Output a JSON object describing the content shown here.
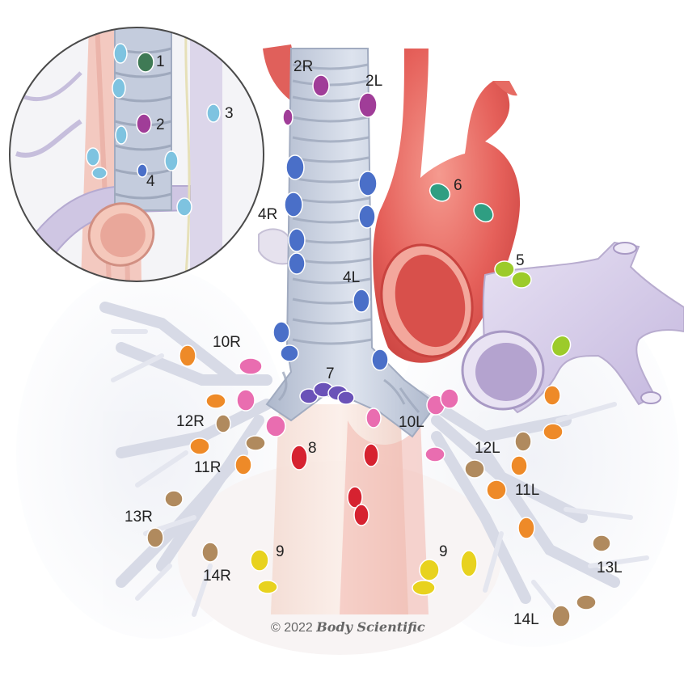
{
  "labels": {
    "inset": [
      "1",
      "2",
      "3",
      "4"
    ],
    "main": [
      "2R",
      "2L",
      "4R",
      "4L",
      "5",
      "6",
      "7",
      "8",
      "9",
      "9",
      "10R",
      "10L",
      "11R",
      "11L",
      "12R",
      "12L",
      "13R",
      "13L",
      "14R",
      "14L"
    ]
  },
  "copyright": {
    "prefix": "© 2022",
    "brand": "Body Scientific"
  },
  "colors": {
    "station_1": "#3f7a55",
    "station_2": "#a03d98",
    "station_3": "#7ec3e0",
    "station_4": "#4a6fc8",
    "station_5": "#9ccb2a",
    "station_6": "#2f9e82",
    "station_7": "#6a52b8",
    "station_8": "#d62230",
    "station_9": "#e8d21e",
    "station_10": "#e96db0",
    "station_11": "#ee8a28",
    "station_12": "#b08a5e",
    "station_13": "#b08a5e",
    "station_14": "#b08a5e",
    "aorta": "#e7625f",
    "pulmonary_artery": "#cfc4e6",
    "trachea": "#c3cbdc"
  }
}
